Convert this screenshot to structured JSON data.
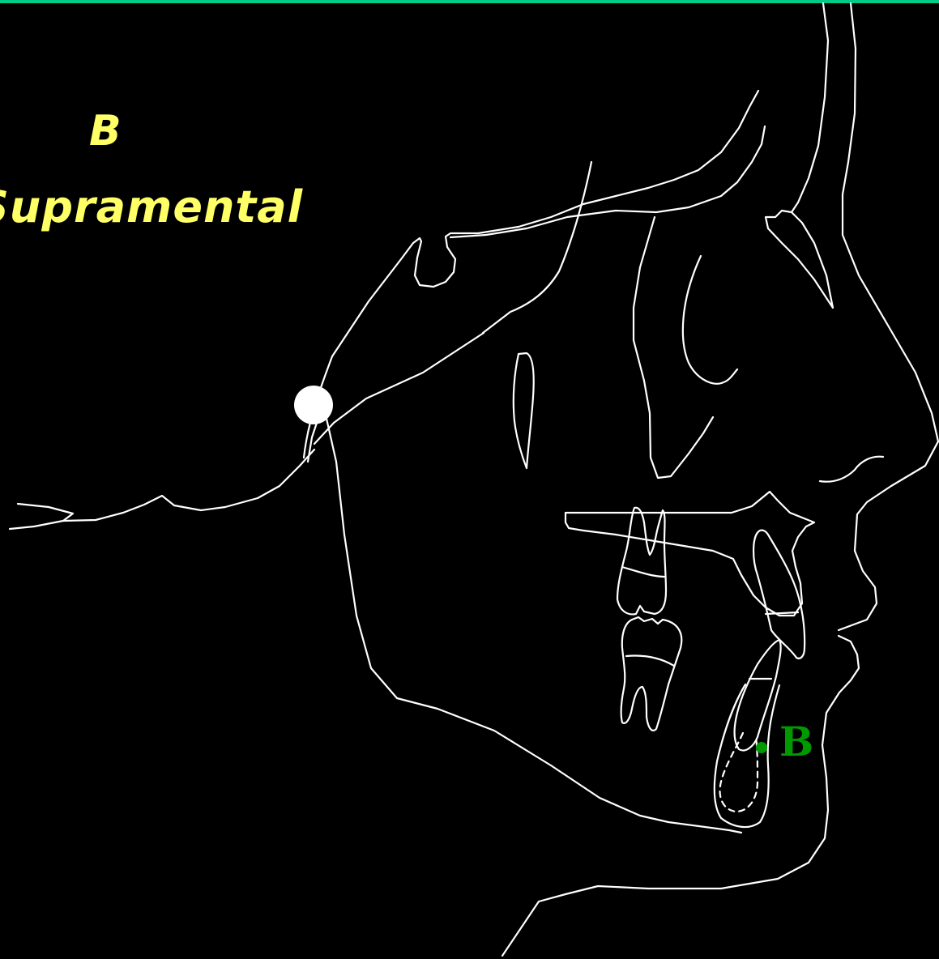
{
  "title": {
    "letter": "B",
    "term": "Supramental"
  },
  "landmark": {
    "label": "B"
  },
  "colors": {
    "background": "#000000",
    "top_border": "#00cc88",
    "title_text": "#ffff66",
    "tracing_line": "#ffffff",
    "landmark_point": "#009900",
    "reference_point": "#ffffff"
  }
}
